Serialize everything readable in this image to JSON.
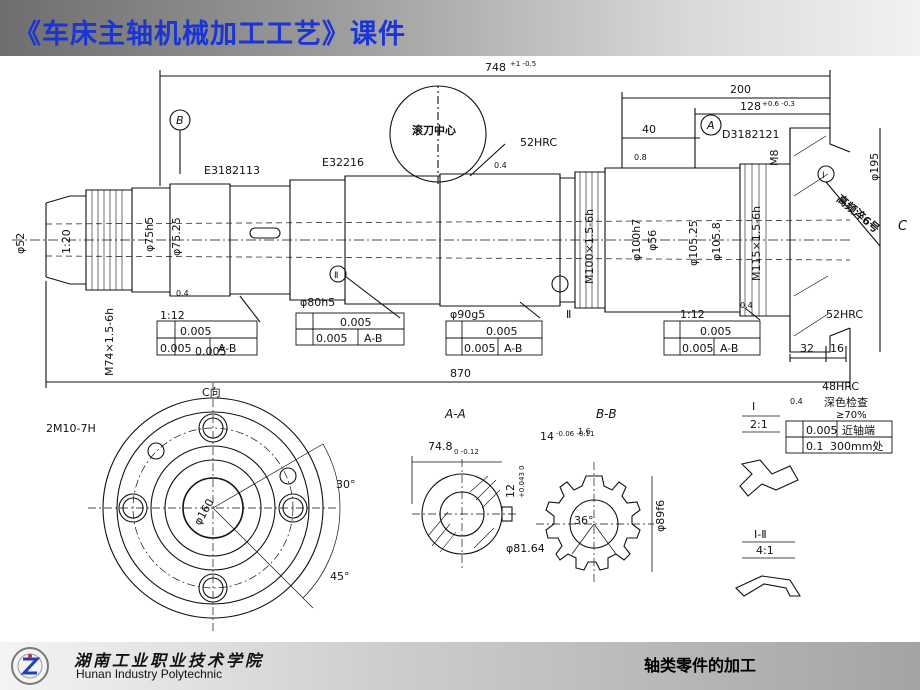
{
  "header": {
    "title": "《车床主轴机械加工工艺》课件"
  },
  "drawing": {
    "dim_overall_top": "748",
    "dim_overall_top_tol": "+1 -0.5",
    "dim_overall_bottom": "870",
    "dim_200": "200",
    "dim_128": "128",
    "dim_128_tol": "+0.6 -0.3",
    "dim_40": "40",
    "dim_32": "32",
    "dim_16": "16",
    "hob_center": "滚刀中心",
    "hrc_52_top": "52HRC",
    "hrc_52_bottom": "52HRC",
    "hrc_48": "48HRC",
    "ref_e3182113": "E3182113",
    "ref_e32216": "E32216",
    "ref_d3182121": "D3182121",
    "datum_a": "A",
    "datum_b": "B",
    "datum_c": "C",
    "m8": "M8",
    "dia_52": "φ52",
    "ratio_1_20": "1:20",
    "dia_75h5": "φ75h5",
    "dia_7525": "φ75.25",
    "thread_m74": "M74×1.5-6h",
    "taper_1_12_left": "1:12",
    "tol_0005": "0.005",
    "tol_0005_ab": "0.005",
    "ab": "A-B",
    "dia_80h5": "φ80h5",
    "dia_90g5": "φ90g5",
    "roman_2": "Ⅱ",
    "roman_1": "Ⅰ",
    "thread_m100": "M100×1.5-6h",
    "dia_100h7": "φ100h7",
    "dia_56": "φ56",
    "dia_10525": "φ105.25",
    "dia_1058": "φ105.8",
    "thread_m115": "M115×1.5-6h",
    "dia_195": "φ195",
    "hardened_6": "高频淬6号",
    "val_04": "0.4",
    "val_08": "0.8",
    "c_view": "C向",
    "thread_2m10": "2M10-7H",
    "dia_160": "φ160",
    "angle_30": "30°",
    "angle_45": "45°",
    "section_aa": "A-A",
    "dim_748_small": "74.8",
    "dim_748_small_tol": "0 -0.12",
    "dim_12": "12",
    "dim_12_tol": "+0.043 0",
    "dia_8164": "φ81.64",
    "section_bb": "B-B",
    "dim_14": "14",
    "dim_14_tol": "-0.06 -0.11",
    "dia_8916": "φ89f6",
    "angle_36": "36°",
    "val_16": "1.6",
    "detail_1": "Ⅰ",
    "detail_1_scale": "2:1",
    "detail_12": "Ⅰ-Ⅱ",
    "detail_12_scale": "4:1",
    "color_check": "深色检查",
    "ratio_70": "≥70%",
    "near_end": "近轴端",
    "tol_01": "0.1",
    "tol_300": "300mm处",
    "tol_0005_right": "0.005"
  },
  "footer": {
    "school_cn": "湖南工业职业技术学院",
    "school_en": "Hunan Industry Polytechnic",
    "chapter": "轴类零件的加工"
  },
  "colors": {
    "title": "#1a34d6",
    "ink": "#111111"
  }
}
